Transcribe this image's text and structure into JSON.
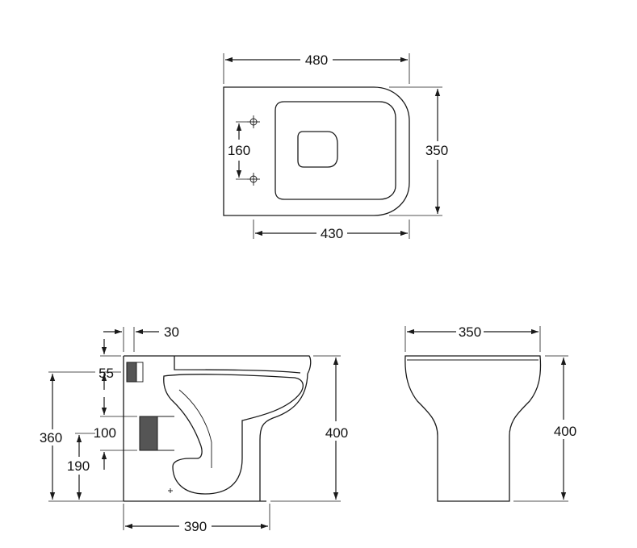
{
  "plan_view": {
    "overall_length": "480",
    "overall_width": "350",
    "fixing_centres": "160",
    "length_to_front": "430"
  },
  "side_view": {
    "top_offset": "30",
    "outlet_upper": "55",
    "outlet_gap": "100",
    "outlet_height_total": "360",
    "outlet_height_lower": "190",
    "overall_height": "400",
    "overall_length": "390"
  },
  "front_view": {
    "overall_width": "350",
    "overall_height": "400"
  }
}
